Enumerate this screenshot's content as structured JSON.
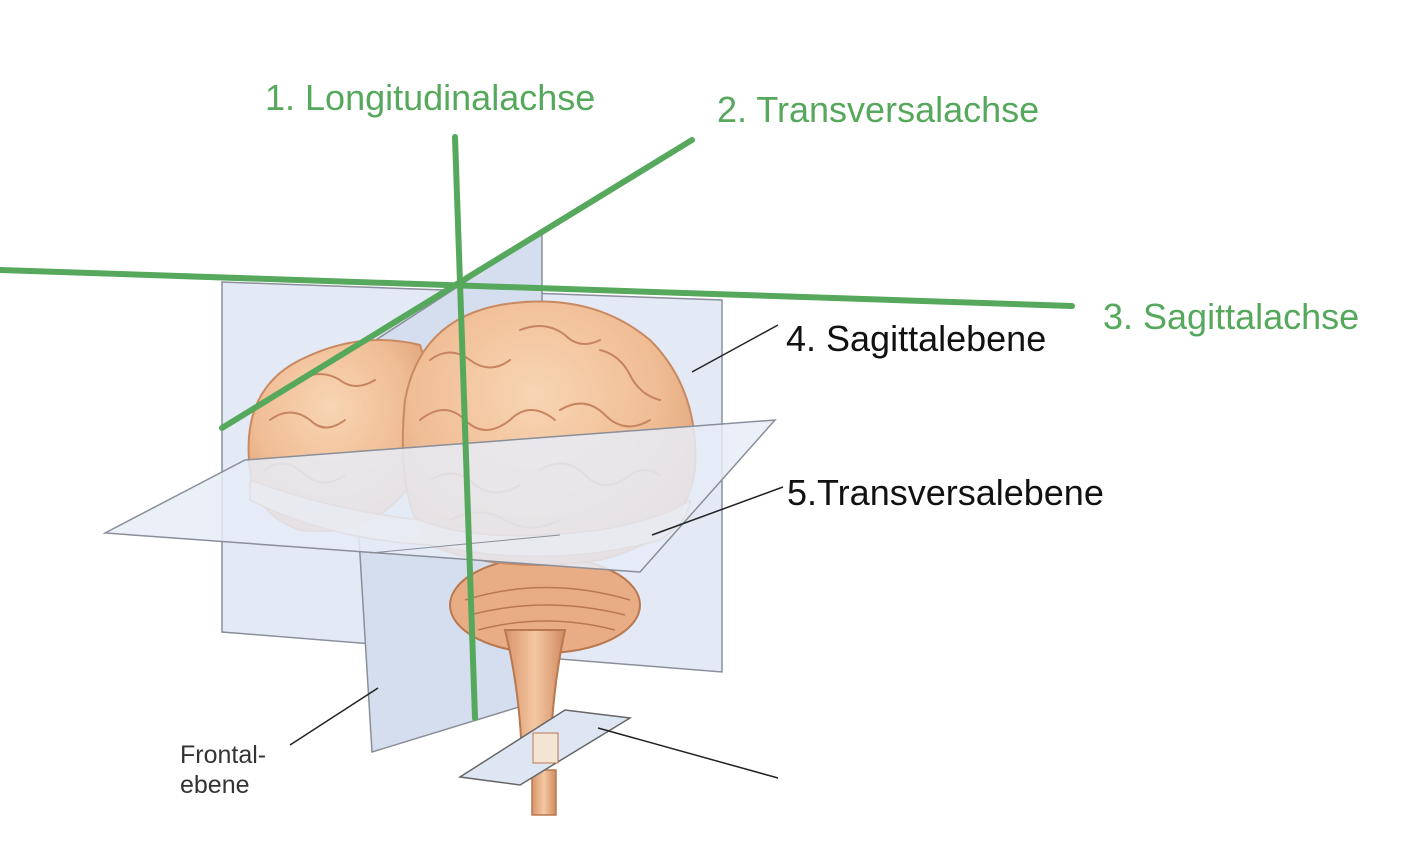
{
  "axes": {
    "longitudinal": "1. Longitudinalachse",
    "transversal": "2. Transversalachse",
    "sagittal": "3. Sagittalachse"
  },
  "planes": {
    "sagittal": "4. Sagittalebene",
    "transversal": "5.Transversalebene",
    "frontal_line1": "Frontal-",
    "frontal_line2": "ebene"
  },
  "colors": {
    "axis_green": "#56a85c",
    "plane_blue": "#dfe6f3",
    "brain_tan": "#f2c29a",
    "brain_outline": "#c98a62",
    "callout_black": "#111111"
  }
}
